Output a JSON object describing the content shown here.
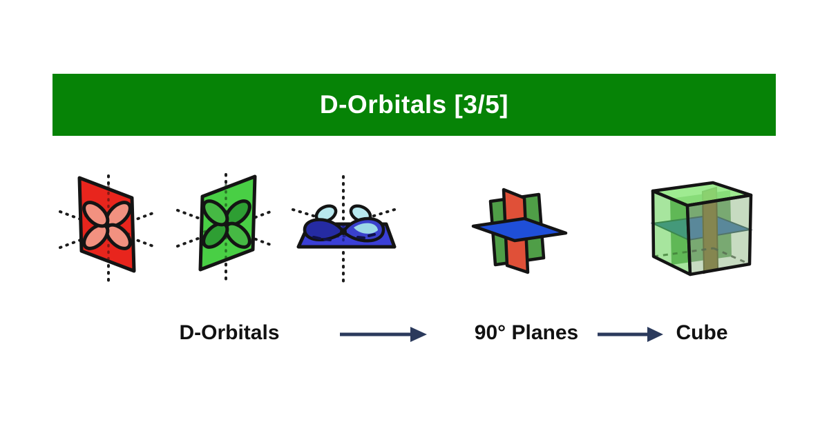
{
  "header": {
    "title": "D-Orbitals [3/5]"
  },
  "flow": {
    "label_orbitals": "D-Orbitals",
    "label_planes": "90° Planes",
    "label_cube": "Cube"
  },
  "figures": {
    "red_orbital": "red d-orbital on vertical plane",
    "green_orbital": "green d-orbital on vertical plane",
    "blue_orbital": "blue d-orbital on horizontal plane",
    "planes_90": "three perpendicular planes at 90 degrees",
    "cube": "translucent cube enclosing perpendicular planes"
  },
  "colors": {
    "banner_green": "#068306",
    "title_text": "#ffffff",
    "label_text": "#111111",
    "arrow_navy": "#2b3a5c",
    "orbital_red_plane": "#e8251d",
    "orbital_red_lobes": "#f29180",
    "orbital_green_plane": "#49cf45",
    "orbital_green_lobes": "#2e9e33",
    "orbital_blue_plane": "#3a3fd6",
    "orbital_blue_lobe_dark": "#252ba3",
    "orbital_blue_highlight": "#9cd8e6",
    "plane_green": "#4f9e47",
    "plane_red": "#e05038",
    "plane_blue": "#1f4fd8",
    "cube_green": "#5ecf4e",
    "cube_inner_brown": "#7a551c",
    "cube_inner_blue": "#2458b0"
  }
}
